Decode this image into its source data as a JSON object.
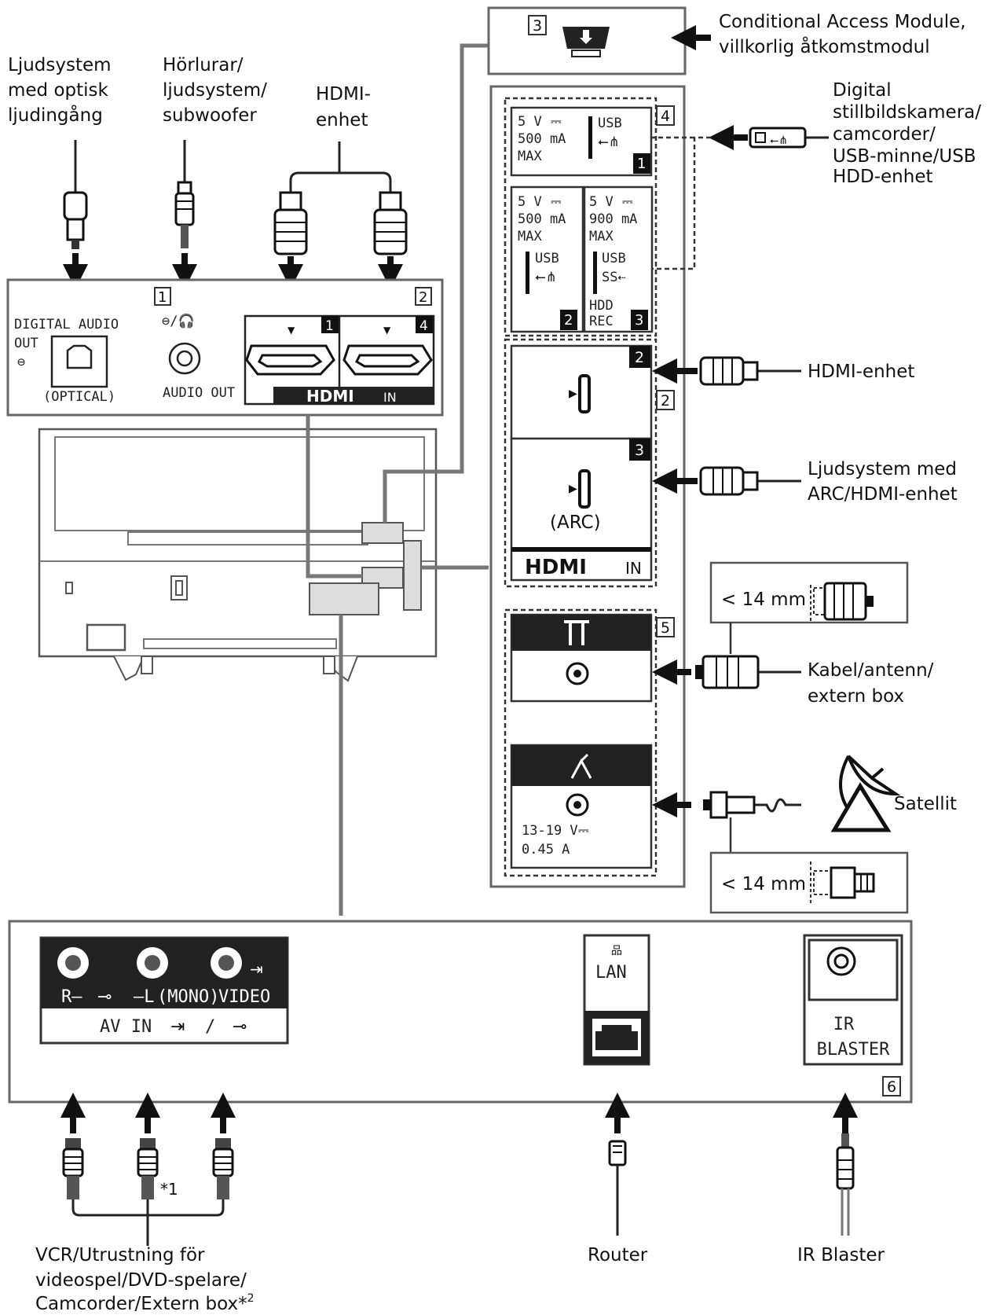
{
  "labels": {
    "optical_line1": "Ljudsystem",
    "optical_line2": "med optisk",
    "optical_line3": "ljudingång",
    "headphone_line1": "Hörlurar/",
    "headphone_line2": "ljudsystem/",
    "headphone_line3": "subwoofer",
    "hdmi_top_line1": "HDMI-",
    "hdmi_top_line2": "enhet",
    "cam_line1": "Conditional Access Module,",
    "cam_line2": "villkorlig åtkomstmodul",
    "usb_line1": "Digital",
    "usb_line2": "stillbildskamera/",
    "usb_line3": "camcorder/",
    "usb_line4": "USB-minne/USB",
    "usb_line5": "HDD-enhet",
    "hdmi_side": "HDMI-enhet",
    "arc_line1": "Ljudsystem med",
    "arc_line2": "ARC/HDMI-enhet",
    "cable_line1": "Kabel/antenn/",
    "cable_line2": "extern box",
    "satellite": "Satellit",
    "router": "Router",
    "ir_blaster": "IR Blaster",
    "av_line1": "VCR/Utrustning för",
    "av_line2": "videospel/DVD-spelare/",
    "av_line3": "Camcorder/Extern box*",
    "av_sup": "2",
    "note_1": "*1"
  },
  "panel": {
    "digital_audio": "DIGITAL AUDIO",
    "out": "OUT",
    "optical": "(OPTICAL)",
    "audio_out": "AUDIO OUT",
    "hdmi_logo": "HDMI",
    "in": "IN",
    "usb1_v": "5 V",
    "usb1_ma": "500 mA",
    "usb1_max": "MAX",
    "usb": "USB",
    "usb2_v": "5 V",
    "usb2_ma": "500 mA",
    "usb2_max": "MAX",
    "usb3_v": "5 V",
    "usb3_ma": "900 mA",
    "usb3_max": "MAX",
    "hdd": "HDD",
    "rec": "REC",
    "arc": "(ARC)",
    "sat_v": "13-19 V",
    "sat_a": "0.45 A",
    "mm_top": "< 14 mm",
    "mm_bottom": "< 14 mm",
    "r": "R–",
    "l": "–L",
    "mono": "(MONO)",
    "video": "VIDEO",
    "av_in": "AV IN",
    "slash": "/",
    "lan": "LAN",
    "ir": "IR",
    "blaster": "BLASTER"
  },
  "badges": {
    "b1": "1",
    "b2": "2",
    "b3": "3",
    "b4": "4",
    "b5": "5",
    "b6": "6",
    "hdmi1": "1",
    "hdmi4": "4",
    "usb1": "1",
    "usb2": "2",
    "usb3": "3",
    "hdmi2": "2",
    "hdmi3": "3"
  }
}
